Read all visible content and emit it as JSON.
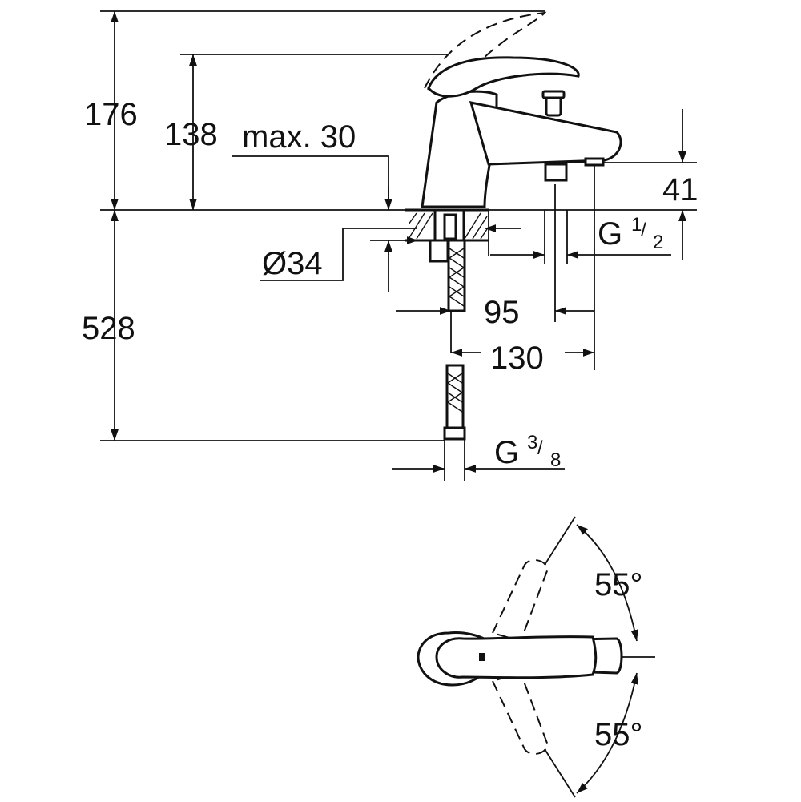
{
  "dimensions": {
    "total_height": "176",
    "spout_height": "138",
    "max_deck_thickness": "max. 30",
    "aerator_height": "41",
    "deck_hole_diameter": "Ø34",
    "outlet_thread": {
      "base": "G",
      "num": "1",
      "den": "2"
    },
    "hose_length": "528",
    "handshower_offset": "95",
    "spout_reach": "130",
    "supply_thread": {
      "base": "G",
      "num": "3",
      "den": "8"
    },
    "lever_angle_up": "55°",
    "lever_angle_down": "55°"
  }
}
